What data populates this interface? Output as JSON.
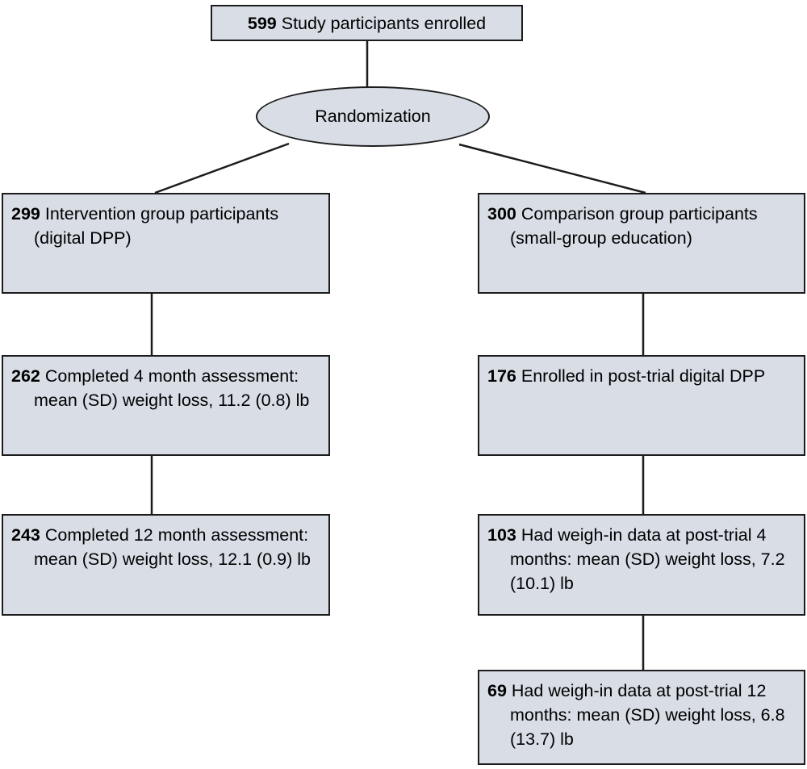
{
  "diagram": {
    "type": "flowchart",
    "title": "CONSORT-style participant flow diagram",
    "style": {
      "node_fill": "#d8dde6",
      "node_border": "#1c1c1c",
      "connector_color": "#1c1c1c",
      "background": "#ffffff",
      "text_color": "#000000"
    },
    "nodes": [
      {
        "id": "enrolled",
        "shape": "rect",
        "count": "599",
        "label": "Study participants enrolled",
        "full_text": "599 Study participants enrolled"
      },
      {
        "id": "randomization",
        "shape": "ellipse",
        "label": "Randomization"
      },
      {
        "id": "intervention",
        "shape": "rect",
        "count": "299",
        "label": "Intervention group participants (digital DPP)",
        "full_text": "299 Intervention group participants (digital DPP)"
      },
      {
        "id": "comparison",
        "shape": "rect",
        "count": "300",
        "label": "Comparison group participants (small-group education)",
        "full_text": "300 Comparison group participants (small-group education)"
      },
      {
        "id": "completed-4-month",
        "shape": "rect",
        "count": "262",
        "label": "Completed 4 month assessment: mean (SD) weight loss, 11.2 (0.8) lb",
        "full_text": "262 Completed 4 month assessment: mean (SD) weight loss, 11.2 (0.8) lb"
      },
      {
        "id": "enrolled-post-trial",
        "shape": "rect",
        "count": "176",
        "label": "Enrolled in post-trial digital DPP",
        "full_text": "176 Enrolled in post-trial digital DPP"
      },
      {
        "id": "completed-12-month",
        "shape": "rect",
        "count": "243",
        "label": "Completed 12 month assessment: mean (SD) weight loss, 12.1 (0.9) lb",
        "full_text": "243 Completed 12 month assessment: mean (SD) weight loss, 12.1 (0.9) lb"
      },
      {
        "id": "weighin-post-4-months",
        "shape": "rect",
        "count": "103",
        "label": "Had weigh-in data at post-trial 4 months: mean (SD) weight loss, 7.2 (10.1) lb",
        "full_text": "103 Had weigh-in data at post-trial 4 months: mean (SD) weight loss, 7.2 (10.1) lb"
      },
      {
        "id": "weighin-post-12-months",
        "shape": "rect",
        "count": "69",
        "label": "Had weigh-in data at post-trial 12 months: mean (SD) weight loss, 6.8 (13.7) lb",
        "full_text": "69 Had weigh-in data at post-trial 12 months: mean (SD) weight loss, 6.8 (13.7) lb"
      }
    ],
    "edges": [
      {
        "from": "enrolled",
        "to": "randomization",
        "style": "vertical"
      },
      {
        "from": "randomization",
        "to": "intervention",
        "style": "diagonal"
      },
      {
        "from": "randomization",
        "to": "comparison",
        "style": "diagonal"
      },
      {
        "from": "intervention",
        "to": "completed-4-month",
        "style": "vertical"
      },
      {
        "from": "completed-4-month",
        "to": "completed-12-month",
        "style": "vertical"
      },
      {
        "from": "comparison",
        "to": "enrolled-post-trial",
        "style": "vertical"
      },
      {
        "from": "enrolled-post-trial",
        "to": "weighin-post-4-months",
        "style": "vertical"
      },
      {
        "from": "weighin-post-4-months",
        "to": "weighin-post-12-months",
        "style": "vertical"
      }
    ]
  }
}
